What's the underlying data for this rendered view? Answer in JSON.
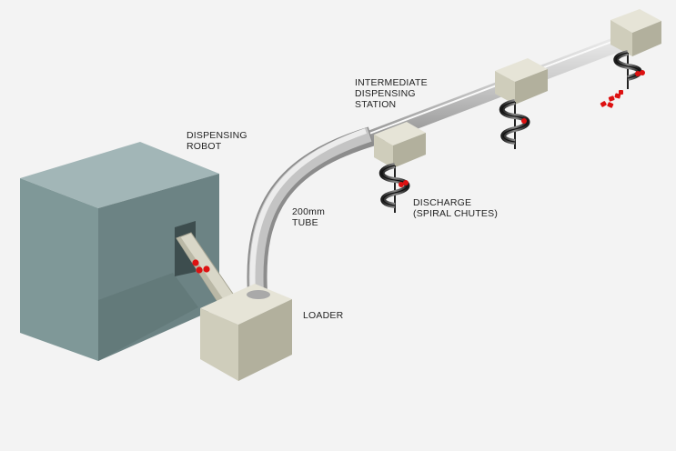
{
  "labels": {
    "dispensing_robot": "DISPENSING\nROBOT",
    "intermediate_station": "INTERMEDIATE\nDISPENSING\nSTATION",
    "tube": "200mm\nTUBE",
    "discharge": "DISCHARGE\n(SPIRAL CHUTES)",
    "loader": "LOADER"
  },
  "colors": {
    "background": "#f3f3f3",
    "robot_front": "#7f9898",
    "robot_top": "#a2b6b7",
    "robot_side": "#687f80",
    "box_front": "#cfcdbb",
    "box_top": "#e6e4d7",
    "box_side": "#b2b09d",
    "tube": "#bdbdbd",
    "chute": "#2b2b2b",
    "parcel": "#dd1111"
  }
}
